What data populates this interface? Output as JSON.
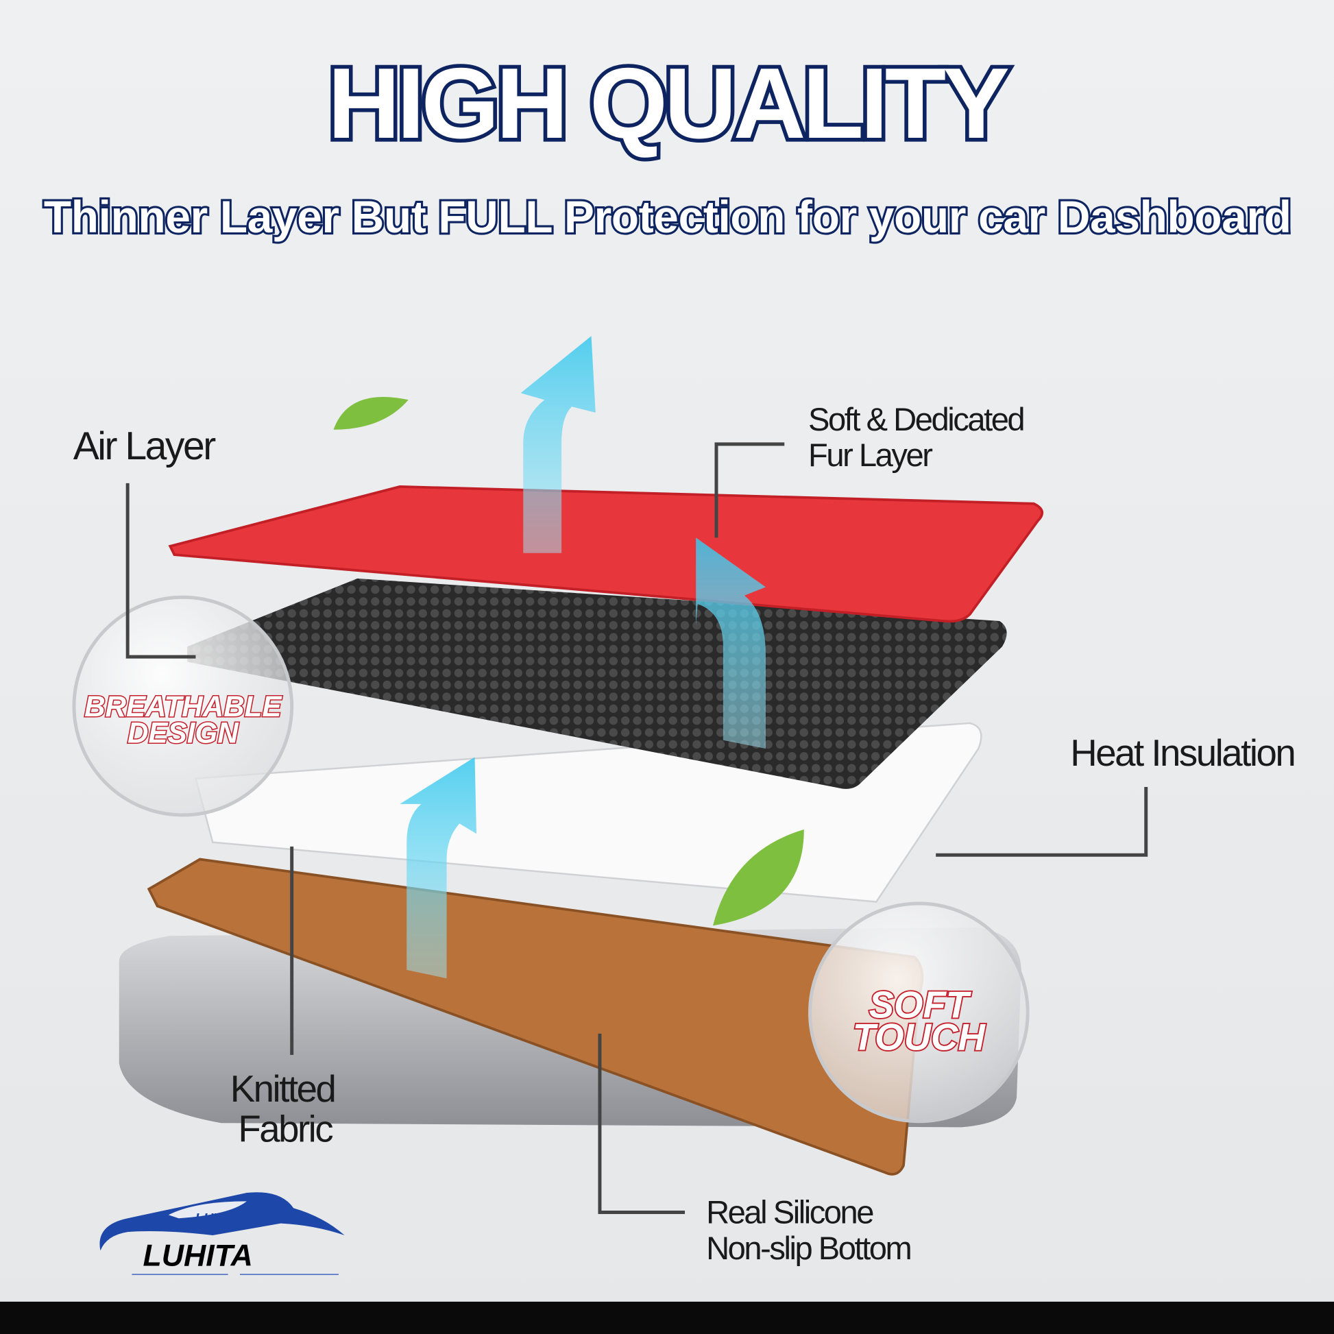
{
  "header": {
    "title": "HIGH QUALITY",
    "subtitle": "Thinner Layer But FULL Protection for your car Dashboard"
  },
  "labels": {
    "air_layer": "Air Layer",
    "fur_layer_line1": "Soft & Dedicated",
    "fur_layer_line2": "Fur Layer",
    "heat_insulation": "Heat Insulation",
    "knitted_line1": "Knitted",
    "knitted_line2": "Fabric",
    "silicone_line1": "Real Silicone",
    "silicone_line2": "Non-slip Bottom"
  },
  "badges": {
    "breathable_line1": "BREATHABLE",
    "breathable_line2": "DESIGN",
    "soft_line1": "SOFT",
    "soft_line2": "TOUCH"
  },
  "logo": {
    "emblem": "LHT",
    "brand": "LUHITA"
  },
  "colors": {
    "navy": "#0d2461",
    "red_layer": "#e8373c",
    "copper_layer": "#b8723a",
    "arrow": "#4fd0ee",
    "badge_red": "#c4202c",
    "logo_blue": "#1d47a8"
  }
}
